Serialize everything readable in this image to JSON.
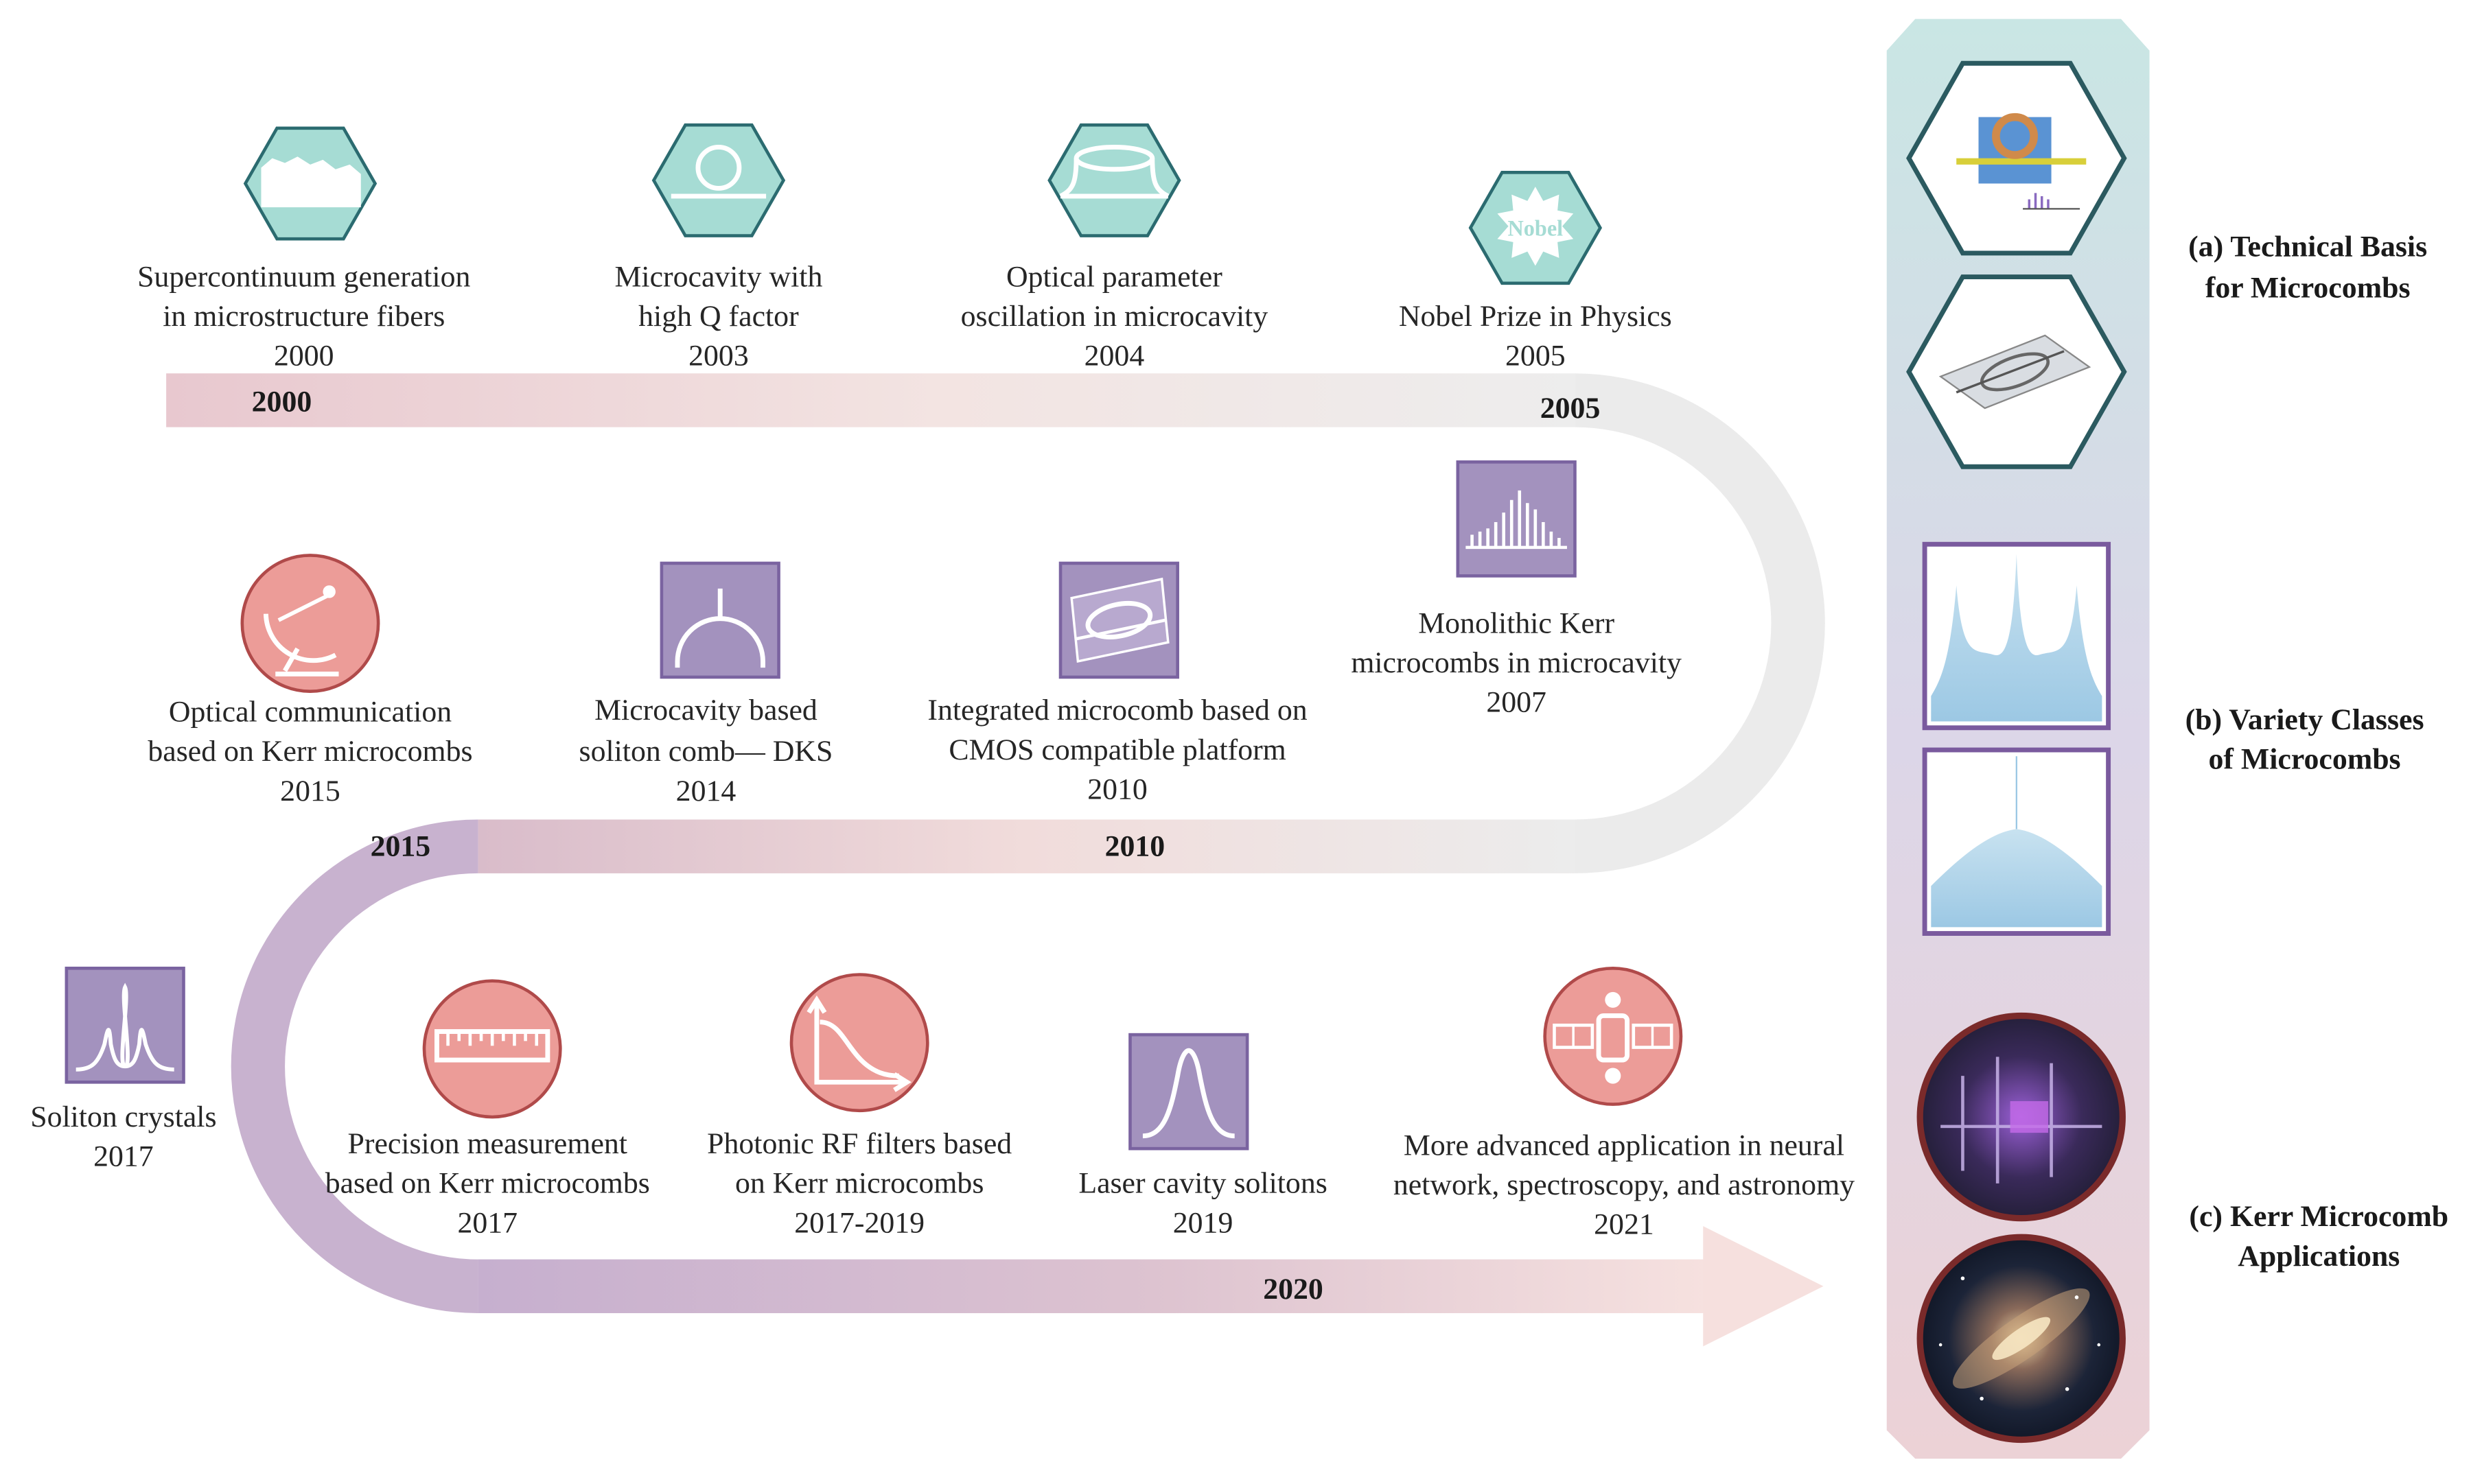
{
  "years": {
    "y2000": "2000",
    "y2005": "2005",
    "y2010": "2010",
    "y2015": "2015",
    "y2020": "2020"
  },
  "milestones": {
    "supercontinuum": {
      "line1": "Supercontinuum generation",
      "line2": "in microstructure fibers",
      "year": "2000"
    },
    "highq": {
      "line1": "Microcavity with",
      "line2": "high Q factor",
      "year": "2003"
    },
    "opo": {
      "line1": "Optical parameter",
      "line2": "oscillation in microcavity",
      "year": "2004"
    },
    "nobel": {
      "line1": "Nobel Prize in Physics",
      "year": "2005",
      "badge": "Nobel"
    },
    "monolithic": {
      "line1": "Monolithic Kerr",
      "line2": "microcombs in microcavity",
      "year": "2007"
    },
    "cmos": {
      "line1": "Integrated microcomb based on",
      "line2": "CMOS compatible platform",
      "year": "2010"
    },
    "dks": {
      "line1": "Microcavity based",
      "line2": "soliton comb— DKS",
      "year": "2014"
    },
    "optcomm": {
      "line1": "Optical communication",
      "line2": "based on Kerr microcombs",
      "year": "2015"
    },
    "crystals": {
      "line1": "Soliton crystals",
      "year": "2017"
    },
    "precision": {
      "line1": "Precision measurement",
      "line2": "based on Kerr microcombs",
      "year": "2017"
    },
    "rf": {
      "line1": "Photonic RF filters based",
      "line2": "on Kerr microcombs",
      "year": "2017-2019"
    },
    "laser": {
      "line1": "Laser cavity solitons",
      "year": "2019"
    },
    "advanced": {
      "line1": "More advanced application in neural",
      "line2": "network, spectroscopy, and astronomy",
      "year": "2021"
    }
  },
  "side_panel": {
    "a_line1": "(a) Technical Basis",
    "a_line2": "for Microcombs",
    "b_line1": "(b) Variety Classes",
    "b_line2": "of Microcombs",
    "c_line1": "(c) Kerr Microcomb",
    "c_line2": "Applications"
  },
  "colors": {
    "teal": "#a6dcd4",
    "teal_edge": "#2b6b70",
    "purple": "#a392be",
    "purple_edge": "#7a63a0",
    "coral": "#ec9c98",
    "coral_edge": "#b04a4a",
    "panel_top": "#c9e6e4",
    "panel_mid": "#dcd6e8",
    "panel_bot": "#ecd2d6"
  }
}
